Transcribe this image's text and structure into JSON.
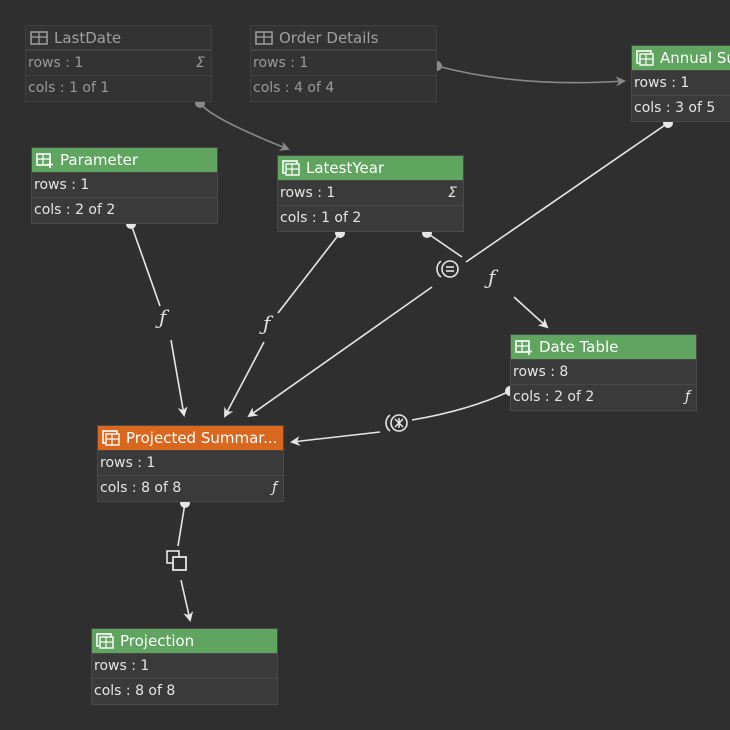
{
  "nodes": {
    "lastdate": {
      "title": "LastDate",
      "rows": "rows : 1",
      "cols": "cols : 1 of 1",
      "sym": "Σ"
    },
    "order_details": {
      "title": "Order Details",
      "rows": "rows : 1",
      "cols": "cols : 4 of 4"
    },
    "annual": {
      "title": "Annual Su",
      "rows": "rows : 1",
      "cols": "cols : 3 of 5"
    },
    "parameter": {
      "title": "Parameter",
      "rows": "rows : 1",
      "cols": "cols : 2 of 2"
    },
    "latestyear": {
      "title": "LatestYear",
      "rows": "rows : 1",
      "cols": "cols : 1 of 2",
      "sym": "Σ"
    },
    "date_table": {
      "title": "Date Table",
      "rows": "rows : 8",
      "cols": "cols : 2 of 2",
      "sym": "ƒ"
    },
    "projected": {
      "title": "Projected Summar...",
      "rows": "rows : 1",
      "cols": "cols : 8 of 8",
      "sym": "ƒ"
    },
    "projection": {
      "title": "Projection",
      "rows": "rows : 1",
      "cols": "cols : 8 of 8"
    }
  },
  "edge_labels": {
    "param_f": "ƒ",
    "latest_f": "ƒ",
    "date_f": "ƒ"
  },
  "icons": {
    "table": "table-icon",
    "calc_table": "calculated-table-icon",
    "filter": "filter-equals-icon",
    "cross": "cross-join-icon",
    "copy": "copy-icon"
  },
  "colors": {
    "background": "#2f2f2f",
    "header_green": "#5fa45f",
    "header_orange": "#d9681e",
    "edge": "#e6e6e6",
    "edge_dim": "#8a8a8a"
  }
}
